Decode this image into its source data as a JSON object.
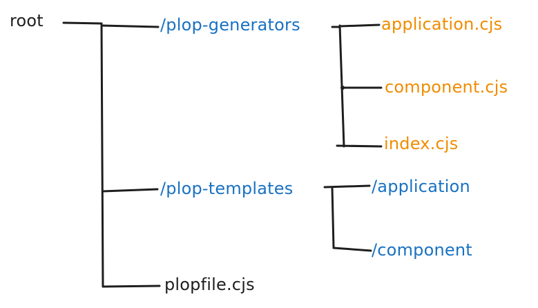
{
  "colors": {
    "root": "#1e1e1e",
    "folder": "#1971c2",
    "file": "#f08c00",
    "line": "#1e1e1e"
  },
  "tree": {
    "root": {
      "label": "root",
      "kind": "root"
    },
    "plop_generators": {
      "label": "/plop-generators",
      "kind": "folder",
      "children": {
        "application": {
          "label": "application.cjs",
          "kind": "file"
        },
        "component": {
          "label": "component.cjs",
          "kind": "file"
        },
        "index": {
          "label": "index.cjs",
          "kind": "file"
        }
      }
    },
    "plop_templates": {
      "label": "/plop-templates",
      "kind": "folder",
      "children": {
        "application": {
          "label": "/application",
          "kind": "folder"
        },
        "component": {
          "label": "/component",
          "kind": "folder"
        }
      }
    },
    "plopfile": {
      "label": "plopfile.cjs",
      "kind": "root"
    }
  }
}
